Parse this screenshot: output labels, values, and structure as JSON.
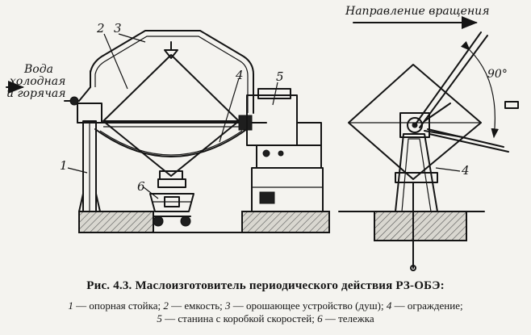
{
  "figure": {
    "labels": {
      "water": [
        "Вода",
        "холодная",
        "и горячая"
      ],
      "rotation_direction": "Направление вращения",
      "angle": "90°",
      "parts": [
        "1",
        "2",
        "3",
        "4",
        "5",
        "6"
      ]
    }
  },
  "caption": {
    "title": "Рис. 4.3. Маслоизготовитель периодического действия РЗ-ОБЭ:",
    "legend_line1": [
      {
        "num": "1",
        "text": " — опорная стойка; "
      },
      {
        "num": "2",
        "text": " — емкость; "
      },
      {
        "num": "3",
        "text": " — орошающее устройство (душ); "
      },
      {
        "num": "4",
        "text": " — ограждение;"
      }
    ],
    "legend_line2": [
      {
        "num": "5",
        "text": " — станина с коробкой скоростей; "
      },
      {
        "num": "6",
        "text": " — тележка"
      }
    ]
  }
}
